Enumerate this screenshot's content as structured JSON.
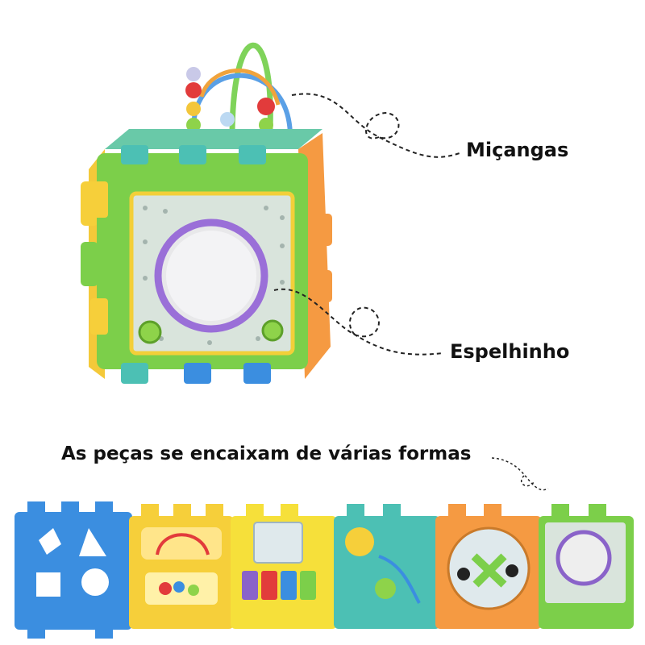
{
  "labels": {
    "beads": "Miçangas",
    "mirror": "Espelhinho",
    "pieces": "As peças se encaixam de várias formas"
  },
  "colors": {
    "green": "#7ccf4a",
    "teal": "#4cc0b4",
    "orange": "#f59a42",
    "yellow": "#f6cf3a",
    "blue": "#3b8ee0",
    "purple": "#8a63c9"
  }
}
